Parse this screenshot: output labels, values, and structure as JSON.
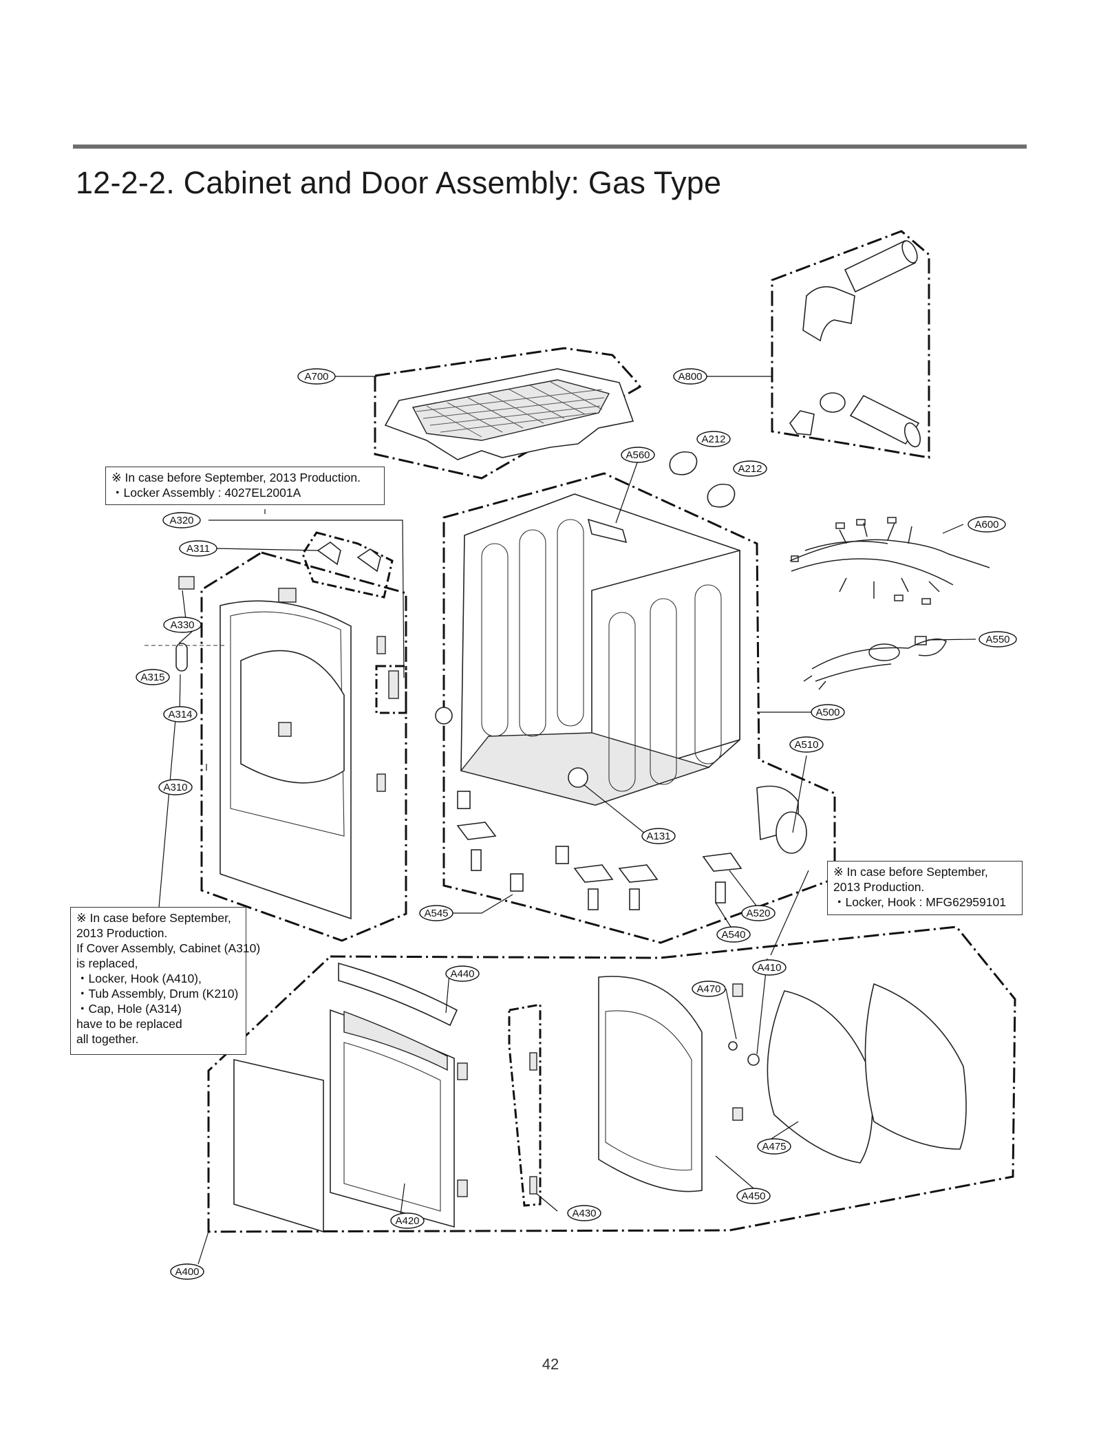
{
  "page": {
    "title": "12-2-2. Cabinet and Door Assembly: Gas Type",
    "page_number": "42"
  },
  "notes": {
    "locker_assembly": {
      "line1": "※ In case before September, 2013 Production.",
      "line2": "・Locker Assembly : 4027EL2001A"
    },
    "locker_hook": {
      "line1": "※ In case before September,",
      "line2": "2013 Production.",
      "line3": "・Locker, Hook : MFG62959101"
    },
    "cover_assembly": {
      "line1": "※ In case before September,",
      "line2": "2013 Production.",
      "line3": "If Cover Assembly, Cabinet (A310)",
      "line4": "is replaced,",
      "line5": "・Locker, Hook (A410),",
      "line6": "・Tub Assembly, Drum (K210)",
      "line7": "・Cap, Hole (A314)",
      "line8": "have to be replaced",
      "line9": "all together."
    }
  },
  "callouts": {
    "a700": "A700",
    "a800": "A800",
    "a212_1": "A212",
    "a212_2": "A212",
    "a560": "A560",
    "a600": "A600",
    "a320": "A320",
    "a311": "A311",
    "a330": "A330",
    "a315": "A315",
    "a314": "A314",
    "a310": "A310",
    "a550": "A550",
    "a500": "A500",
    "a510": "A510",
    "a131": "A131",
    "a545": "A545",
    "a520": "A520",
    "a540": "A540",
    "a410": "A410",
    "a440": "A440",
    "a470": "A470",
    "a475": "A475",
    "a450": "A450",
    "a430": "A430",
    "a420": "A420",
    "a400": "A400"
  }
}
